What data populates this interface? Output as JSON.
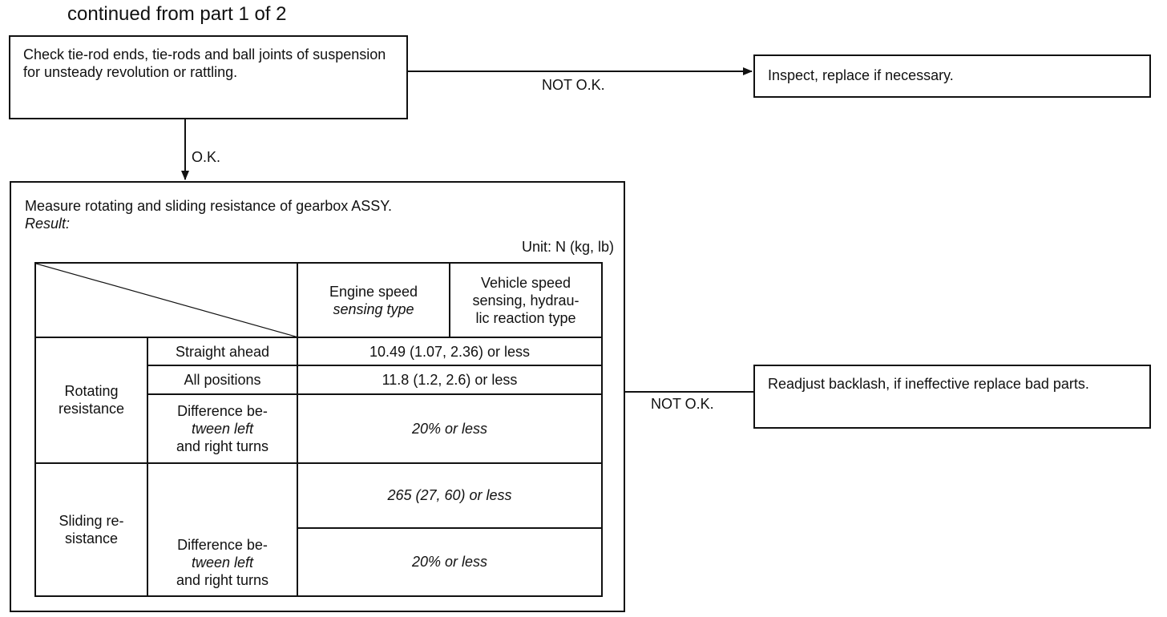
{
  "header": {
    "title": "continued from part 1 of 2"
  },
  "step_check_tie_rods": {
    "text": "Check tie-rod ends, tie-rods and ball joints of suspension for unsteady revolution or rattling.",
    "ok_label": "O.K.",
    "not_ok_label": "NOT O.K.",
    "not_ok_action": "Inspect, replace if necessary."
  },
  "step_measure_gearbox": {
    "title": "Measure rotating and sliding resistance of gearbox ASSY.",
    "result_label": "Result:",
    "unit": "Unit: N (kg, lb)",
    "not_ok_label": "NOT O.K.",
    "not_ok_action": "Readjust backlash, if ineffective replace bad parts.",
    "table": {
      "columns": [
        "Engine speed sensing type",
        "Vehicle speed sensing, hydraulic reaction type"
      ],
      "col_header_engine": [
        "Engine speed",
        "sensing type"
      ],
      "col_header_vehicle": [
        "Vehicle speed",
        "sensing, hydrau-",
        "lic reaction type"
      ],
      "rotating": {
        "group_label": [
          "Rotating",
          "resistance"
        ],
        "rows": [
          {
            "condition": [
              "Straight ahead"
            ],
            "value": [
              "10.49 (1.07, 2.36) or less"
            ]
          },
          {
            "condition": [
              "All positions"
            ],
            "value": [
              "11.8 (1.2, 2.6) or less"
            ]
          },
          {
            "condition": [
              "Difference be-",
              "tween left",
              "and right turns"
            ],
            "value": [
              "20% or less"
            ]
          }
        ]
      },
      "sliding": {
        "group_label": [
          "Sliding re-",
          "sistance"
        ],
        "rows": [
          {
            "condition": [],
            "value": [
              "265 (27, 60) or less"
            ]
          },
          {
            "condition": [
              "Difference be-",
              "tween left",
              "and right turns"
            ],
            "value": [
              "20% or less"
            ]
          }
        ]
      }
    }
  }
}
